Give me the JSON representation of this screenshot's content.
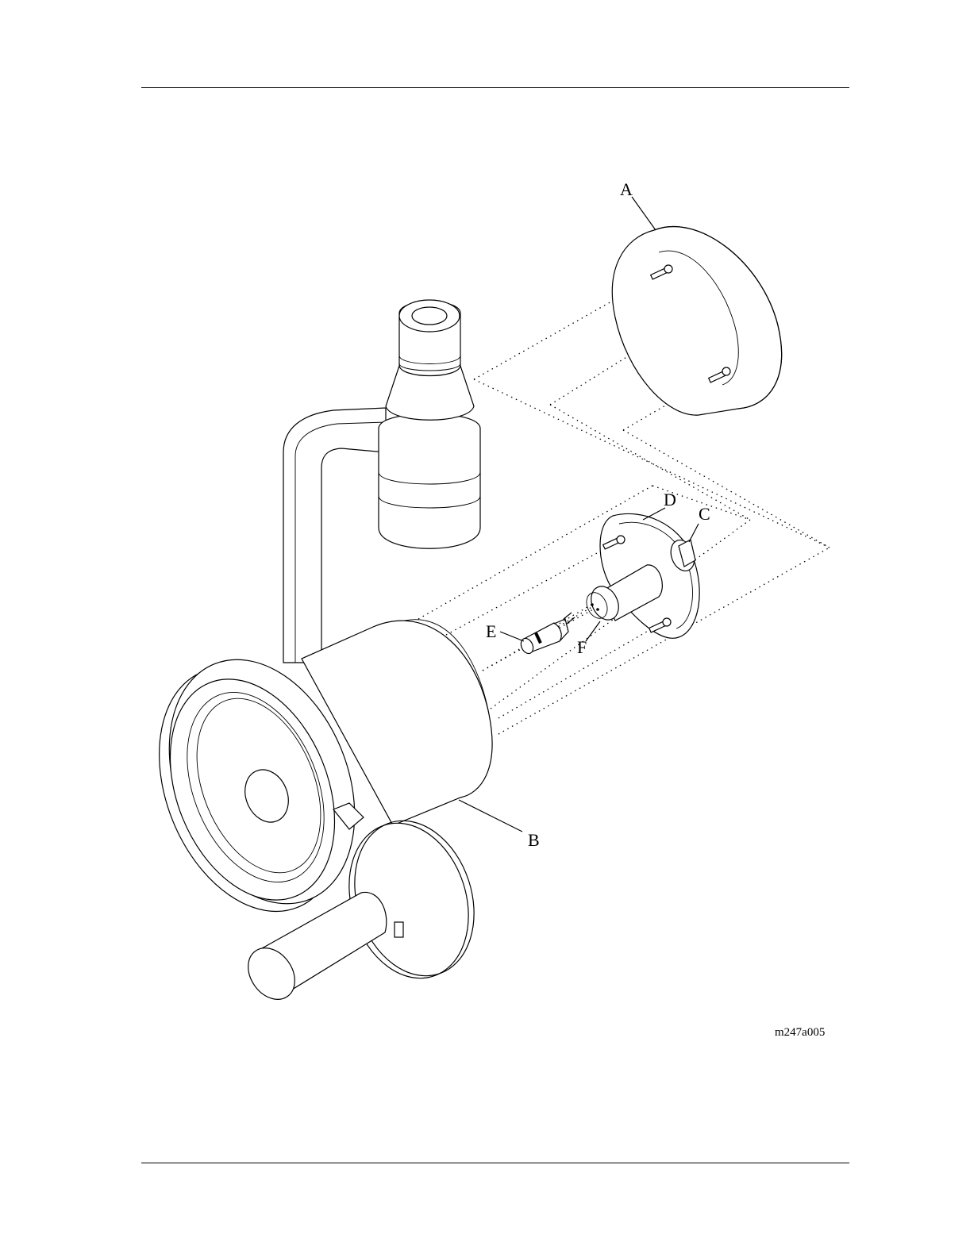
{
  "figure": {
    "id": "m247a005",
    "callouts": {
      "a": "A",
      "b": "B",
      "c": "C",
      "d": "D",
      "e": "E",
      "f": "F"
    }
  }
}
